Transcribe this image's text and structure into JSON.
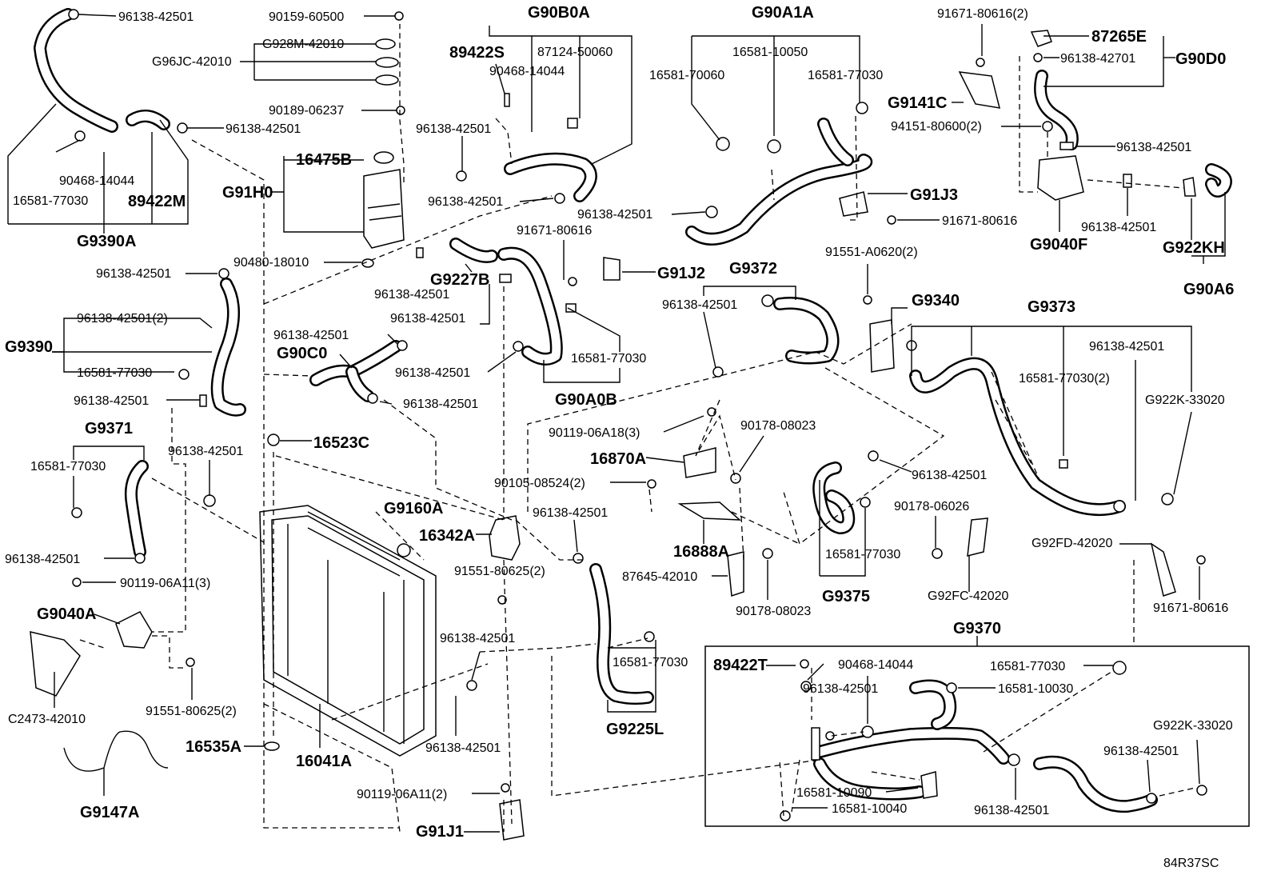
{
  "diagram_code": "84R37SC",
  "labels": {
    "l01": "96138-42501",
    "l02": "90159-60500",
    "l03": "G928M-42010",
    "l04": "G96JC-42010",
    "l05": "90189-06237",
    "l06": "96138-42501",
    "l07": "90468-14044",
    "l08": "16581-77030",
    "l09": "89422M",
    "l10": "G9390A",
    "l11": "16475B",
    "l12": "G91H0",
    "l13": "90480-18010",
    "l14": "G90B0A",
    "l15": "89422S",
    "l16": "87124-50060",
    "l17": "90468-14044",
    "l18": "96138-42501",
    "l19": "96138-42501",
    "l20": "G90A1A",
    "l21": "16581-10050",
    "l22": "16581-70060",
    "l23": "16581-77030",
    "l24": "96138-42501",
    "l25": "G91J3",
    "l26": "91671-80616",
    "l27": "91671-80616(2)",
    "l28": "87265E",
    "l29": "96138-42701",
    "l30": "G90D0",
    "l31": "G9141C",
    "l32": "94151-80600(2)",
    "l33": "96138-42501",
    "l34": "96138-42501",
    "l35": "G9040F",
    "l36": "G922KH",
    "l37": "G90A6",
    "l38": "96138-42501",
    "l39": "G9227B",
    "l40": "96138-42501",
    "l41": "91671-80616",
    "l42": "G91J2",
    "l43": "G9372",
    "l44": "91551-A0620(2)",
    "l45": "96138-42501",
    "l46": "96138-42501",
    "l47": "96138-42501(2)",
    "l48": "G9390",
    "l49": "96138-42501",
    "l50": "G90C0",
    "l51": "16581-77030",
    "l52": "96138-42501",
    "l53": "16581-77030",
    "l54": "96138-42501",
    "l55": "G90A0B",
    "l56": "96138-42501",
    "l57": "G9340",
    "l58": "G9373",
    "l59": "96138-42501",
    "l60": "16581-77030(2)",
    "l61": "G922K-33020",
    "l62": "G9371",
    "l63": "16581-77030",
    "l64": "96138-42501",
    "l65": "16523C",
    "l66": "90119-06A18(3)",
    "l67": "90178-08023",
    "l68": "16870A",
    "l69": "96138-42501",
    "l70": "90105-08524(2)",
    "l71": "G9160A",
    "l72": "96138-42501",
    "l73": "90178-06026",
    "l74": "16342A",
    "l75": "96138-42501",
    "l76": "90119-06A11(3)",
    "l77": "91551-80625(2)",
    "l78": "16888A",
    "l79": "16581-77030",
    "l80": "G92FD-42020",
    "l81": "G9040A",
    "l82": "87645-42010",
    "l83": "90178-08023",
    "l84": "G9375",
    "l85": "G92FC-42020",
    "l86": "91671-80616",
    "l87": "96138-42501",
    "l88": "G9370",
    "l89": "16581-77030",
    "l90": "91551-80625(2)",
    "l91": "89422T",
    "l92": "90468-14044",
    "l93": "16581-77030",
    "l94": "C2473-42010",
    "l95": "96138-42501",
    "l96": "16581-10030",
    "l97": "G922K-33020",
    "l98": "16535A",
    "l99": "16041A",
    "l100": "96138-42501",
    "l101": "G9225L",
    "l102": "96138-42501",
    "l103": "90119-06A11(2)",
    "l104": "16581-10090",
    "l105": "G9147A",
    "l106": "16581-10040",
    "l107": "96138-42501",
    "l108": "G91J1"
  }
}
